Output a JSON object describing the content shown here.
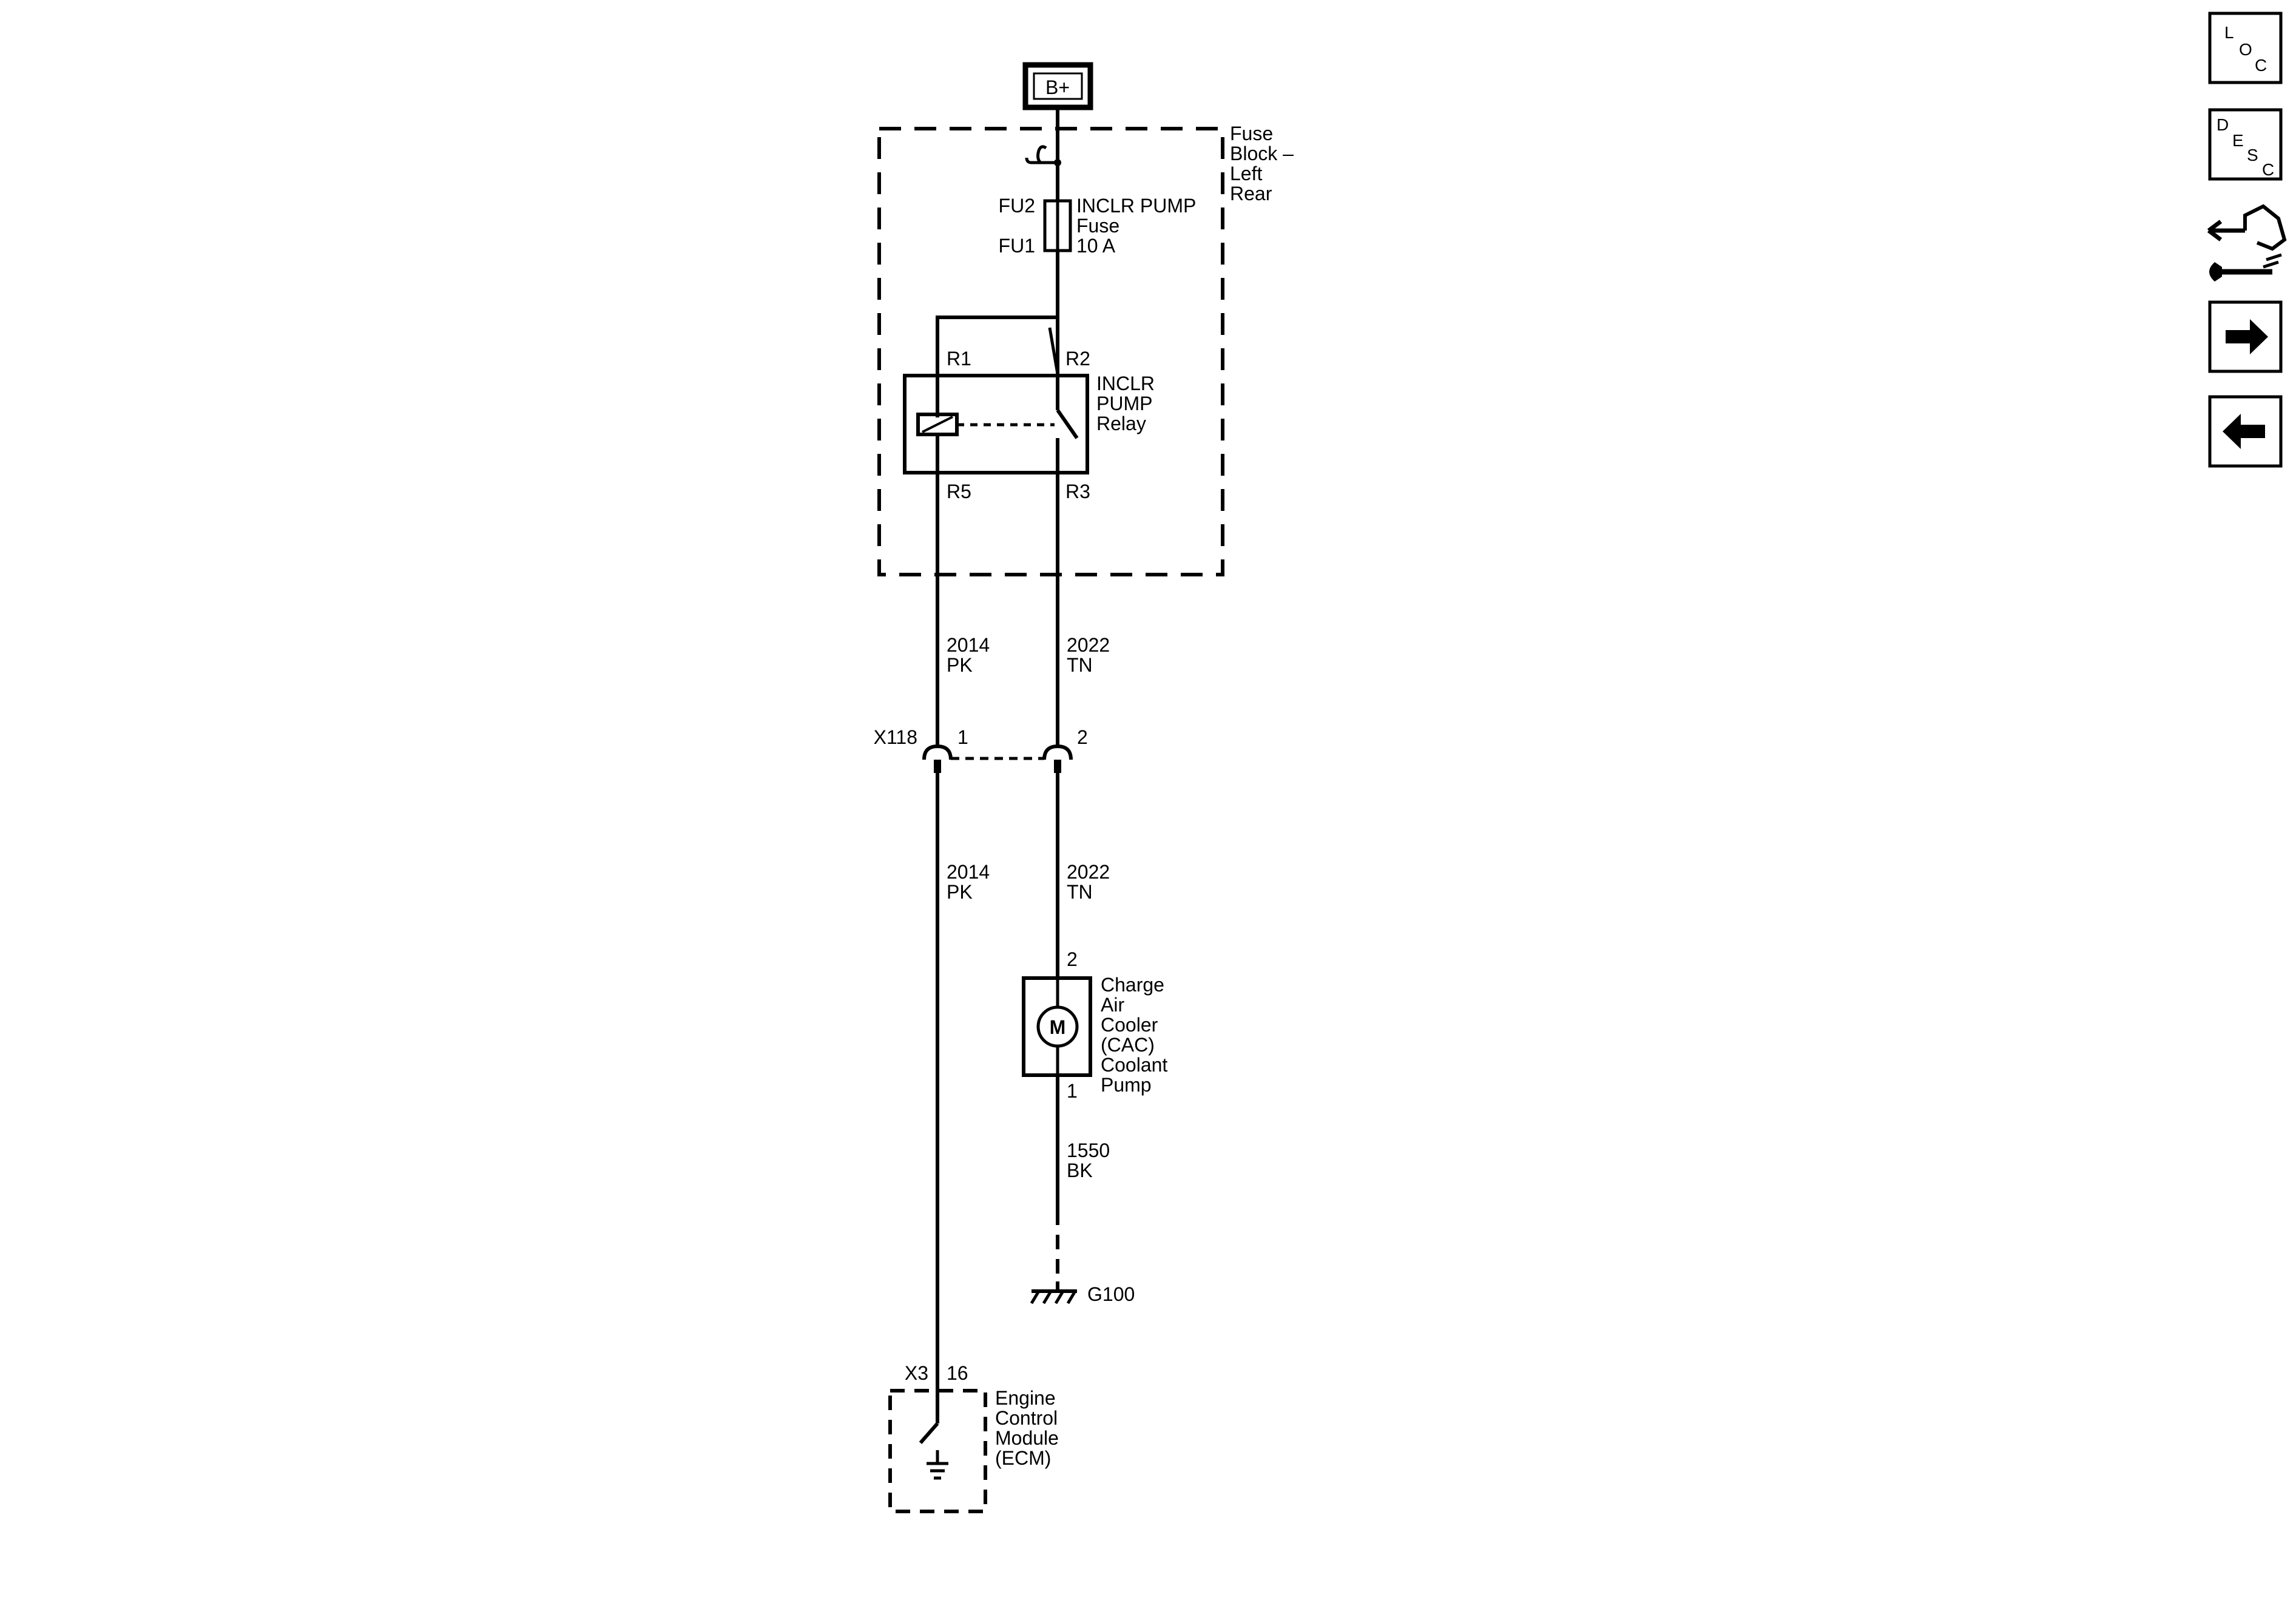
{
  "power": {
    "label": "B+"
  },
  "fuse_block": {
    "name_lines": [
      "Fuse",
      "Block –",
      "Left",
      "Rear"
    ],
    "fuse_pins": {
      "top": "FU2",
      "bottom": "FU1"
    },
    "fuse_label_lines": [
      "INCLR PUMP",
      "Fuse",
      "10 A"
    ],
    "relay_pins": {
      "r1": "R1",
      "r2": "R2",
      "r5": "R5",
      "r3": "R3"
    },
    "relay_label_lines": [
      "INCLR",
      "PUMP",
      "Relay"
    ]
  },
  "wires": {
    "left_upper": {
      "circuit": "2014",
      "color": "PK"
    },
    "right_upper": {
      "circuit": "2022",
      "color": "TN"
    },
    "left_lower": {
      "circuit": "2014",
      "color": "PK"
    },
    "right_lower": {
      "circuit": "2022",
      "color": "TN"
    },
    "ground_wire": {
      "circuit": "1550",
      "color": "BK"
    }
  },
  "connector": {
    "name": "X118",
    "pin_left": "1",
    "pin_right": "2"
  },
  "pump": {
    "symbol": "M",
    "pin_top": "2",
    "pin_bottom": "1",
    "label_lines": [
      "Charge",
      "Air",
      "Cooler",
      "(CAC)",
      "Coolant",
      "Pump"
    ]
  },
  "ground": {
    "label": "G100"
  },
  "ecm": {
    "connector": "X3",
    "pin": "16",
    "label_lines": [
      "Engine",
      "Control",
      "Module",
      "(ECM)"
    ]
  },
  "nav_buttons": {
    "loc": {
      "letters": [
        "L",
        "O",
        "C"
      ],
      "icon": "location-icon"
    },
    "desc": {
      "letters": [
        "D",
        "E",
        "S",
        "C"
      ],
      "icon": "description-icon"
    },
    "connector_view": {
      "icon": "connector-wrench-icon"
    },
    "next": {
      "icon": "arrow-right-icon"
    },
    "prev": {
      "icon": "arrow-left-icon"
    }
  }
}
